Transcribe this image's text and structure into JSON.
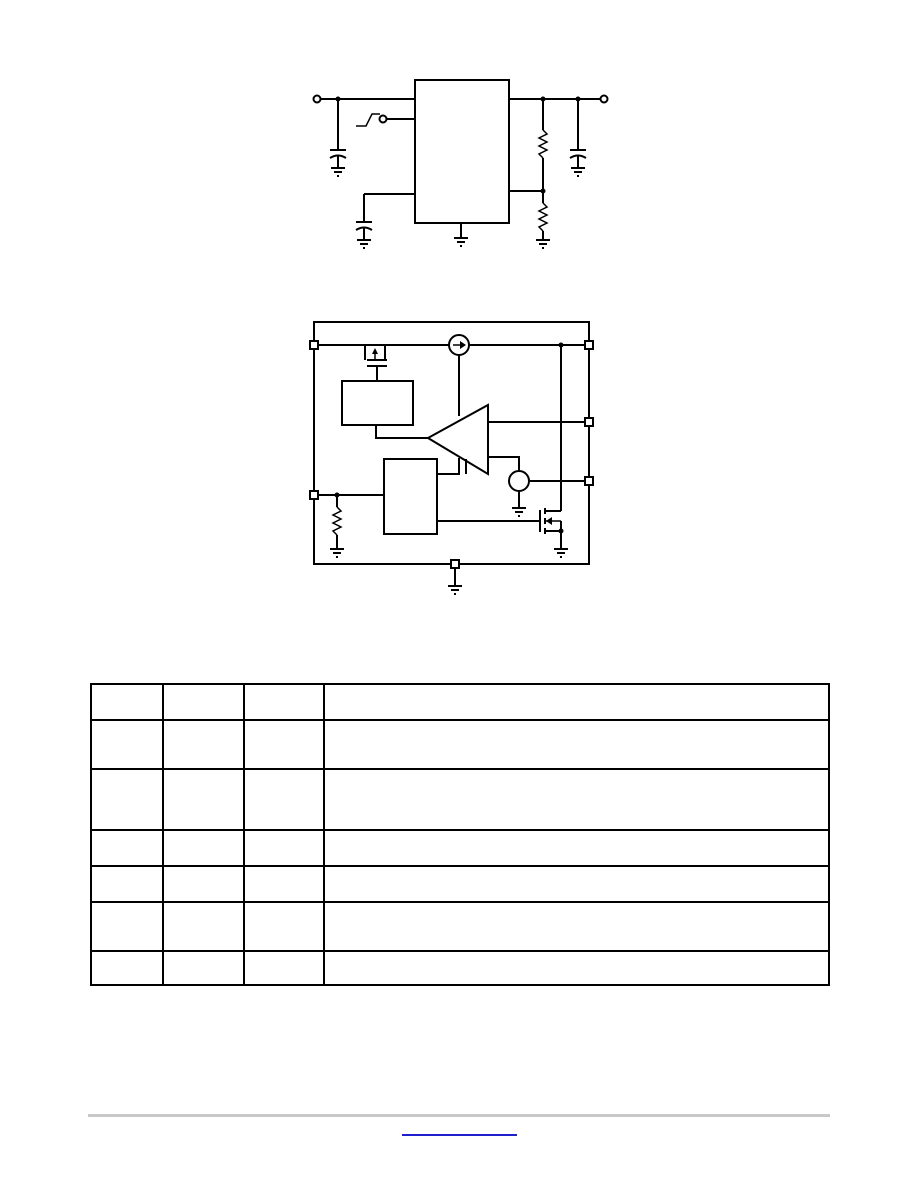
{
  "pin_table": {
    "rows": [
      {
        "h": 38,
        "cells": [
          "",
          "",
          "",
          ""
        ]
      },
      {
        "h": 51,
        "cells": [
          "",
          "",
          "",
          ""
        ]
      },
      {
        "h": 63,
        "cells": [
          "",
          "",
          "",
          ""
        ]
      },
      {
        "h": 38,
        "cells": [
          "",
          "",
          "",
          ""
        ]
      },
      {
        "h": 38,
        "cells": [
          "",
          "",
          "",
          ""
        ]
      },
      {
        "h": 51,
        "cells": [
          "",
          "",
          "",
          ""
        ]
      },
      {
        "h": 36,
        "cells": [
          "",
          "",
          "",
          ""
        ]
      }
    ]
  },
  "footer": {
    "link_text": ""
  },
  "colors": {
    "line": "#000000",
    "rule": "#c8c8c8",
    "link": "#1f1fd0"
  }
}
